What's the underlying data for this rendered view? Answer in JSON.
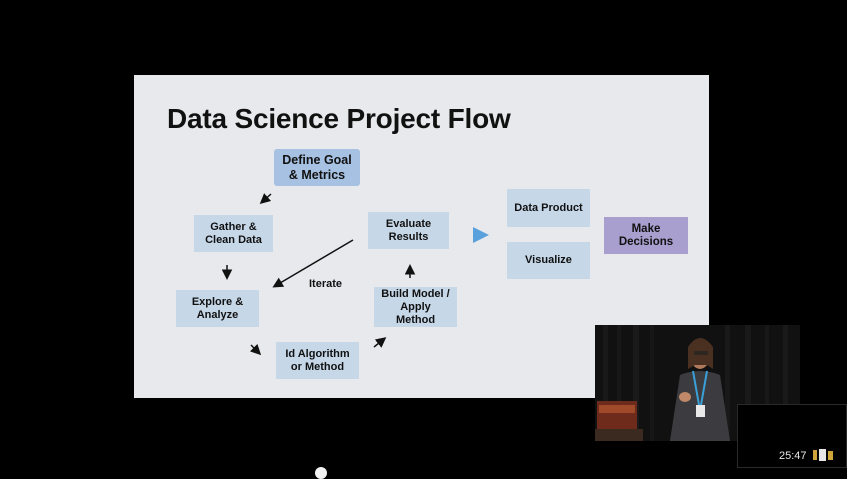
{
  "slide": {
    "title": "Data Science Project Flow",
    "boxes": {
      "define_goal": "Define Goal\n& Metrics",
      "gather_clean": "Gather &\nClean Data",
      "explore_analyze": "Explore &\nAnalyze",
      "id_algorithm": "Id Algorithm\nor Method",
      "build_model": "Build Model /\nApply\nMethod",
      "evaluate": "Evaluate\nResults",
      "data_product": "Data Product",
      "visualize": "Visualize",
      "make_decisions": "Make\nDecisions"
    },
    "iterate_label": "Iterate"
  },
  "player": {
    "timecode": "25:47"
  },
  "colors": {
    "slide_bg": "#e8e9ec",
    "box_blue": "#c6d7e8",
    "goal_blue": "#a6c1e2",
    "decisions_purple": "#a89fce",
    "arrow_blue": "#5aa0dc"
  },
  "icons": [
    "play-triangle-icon",
    "battery-icon"
  ]
}
